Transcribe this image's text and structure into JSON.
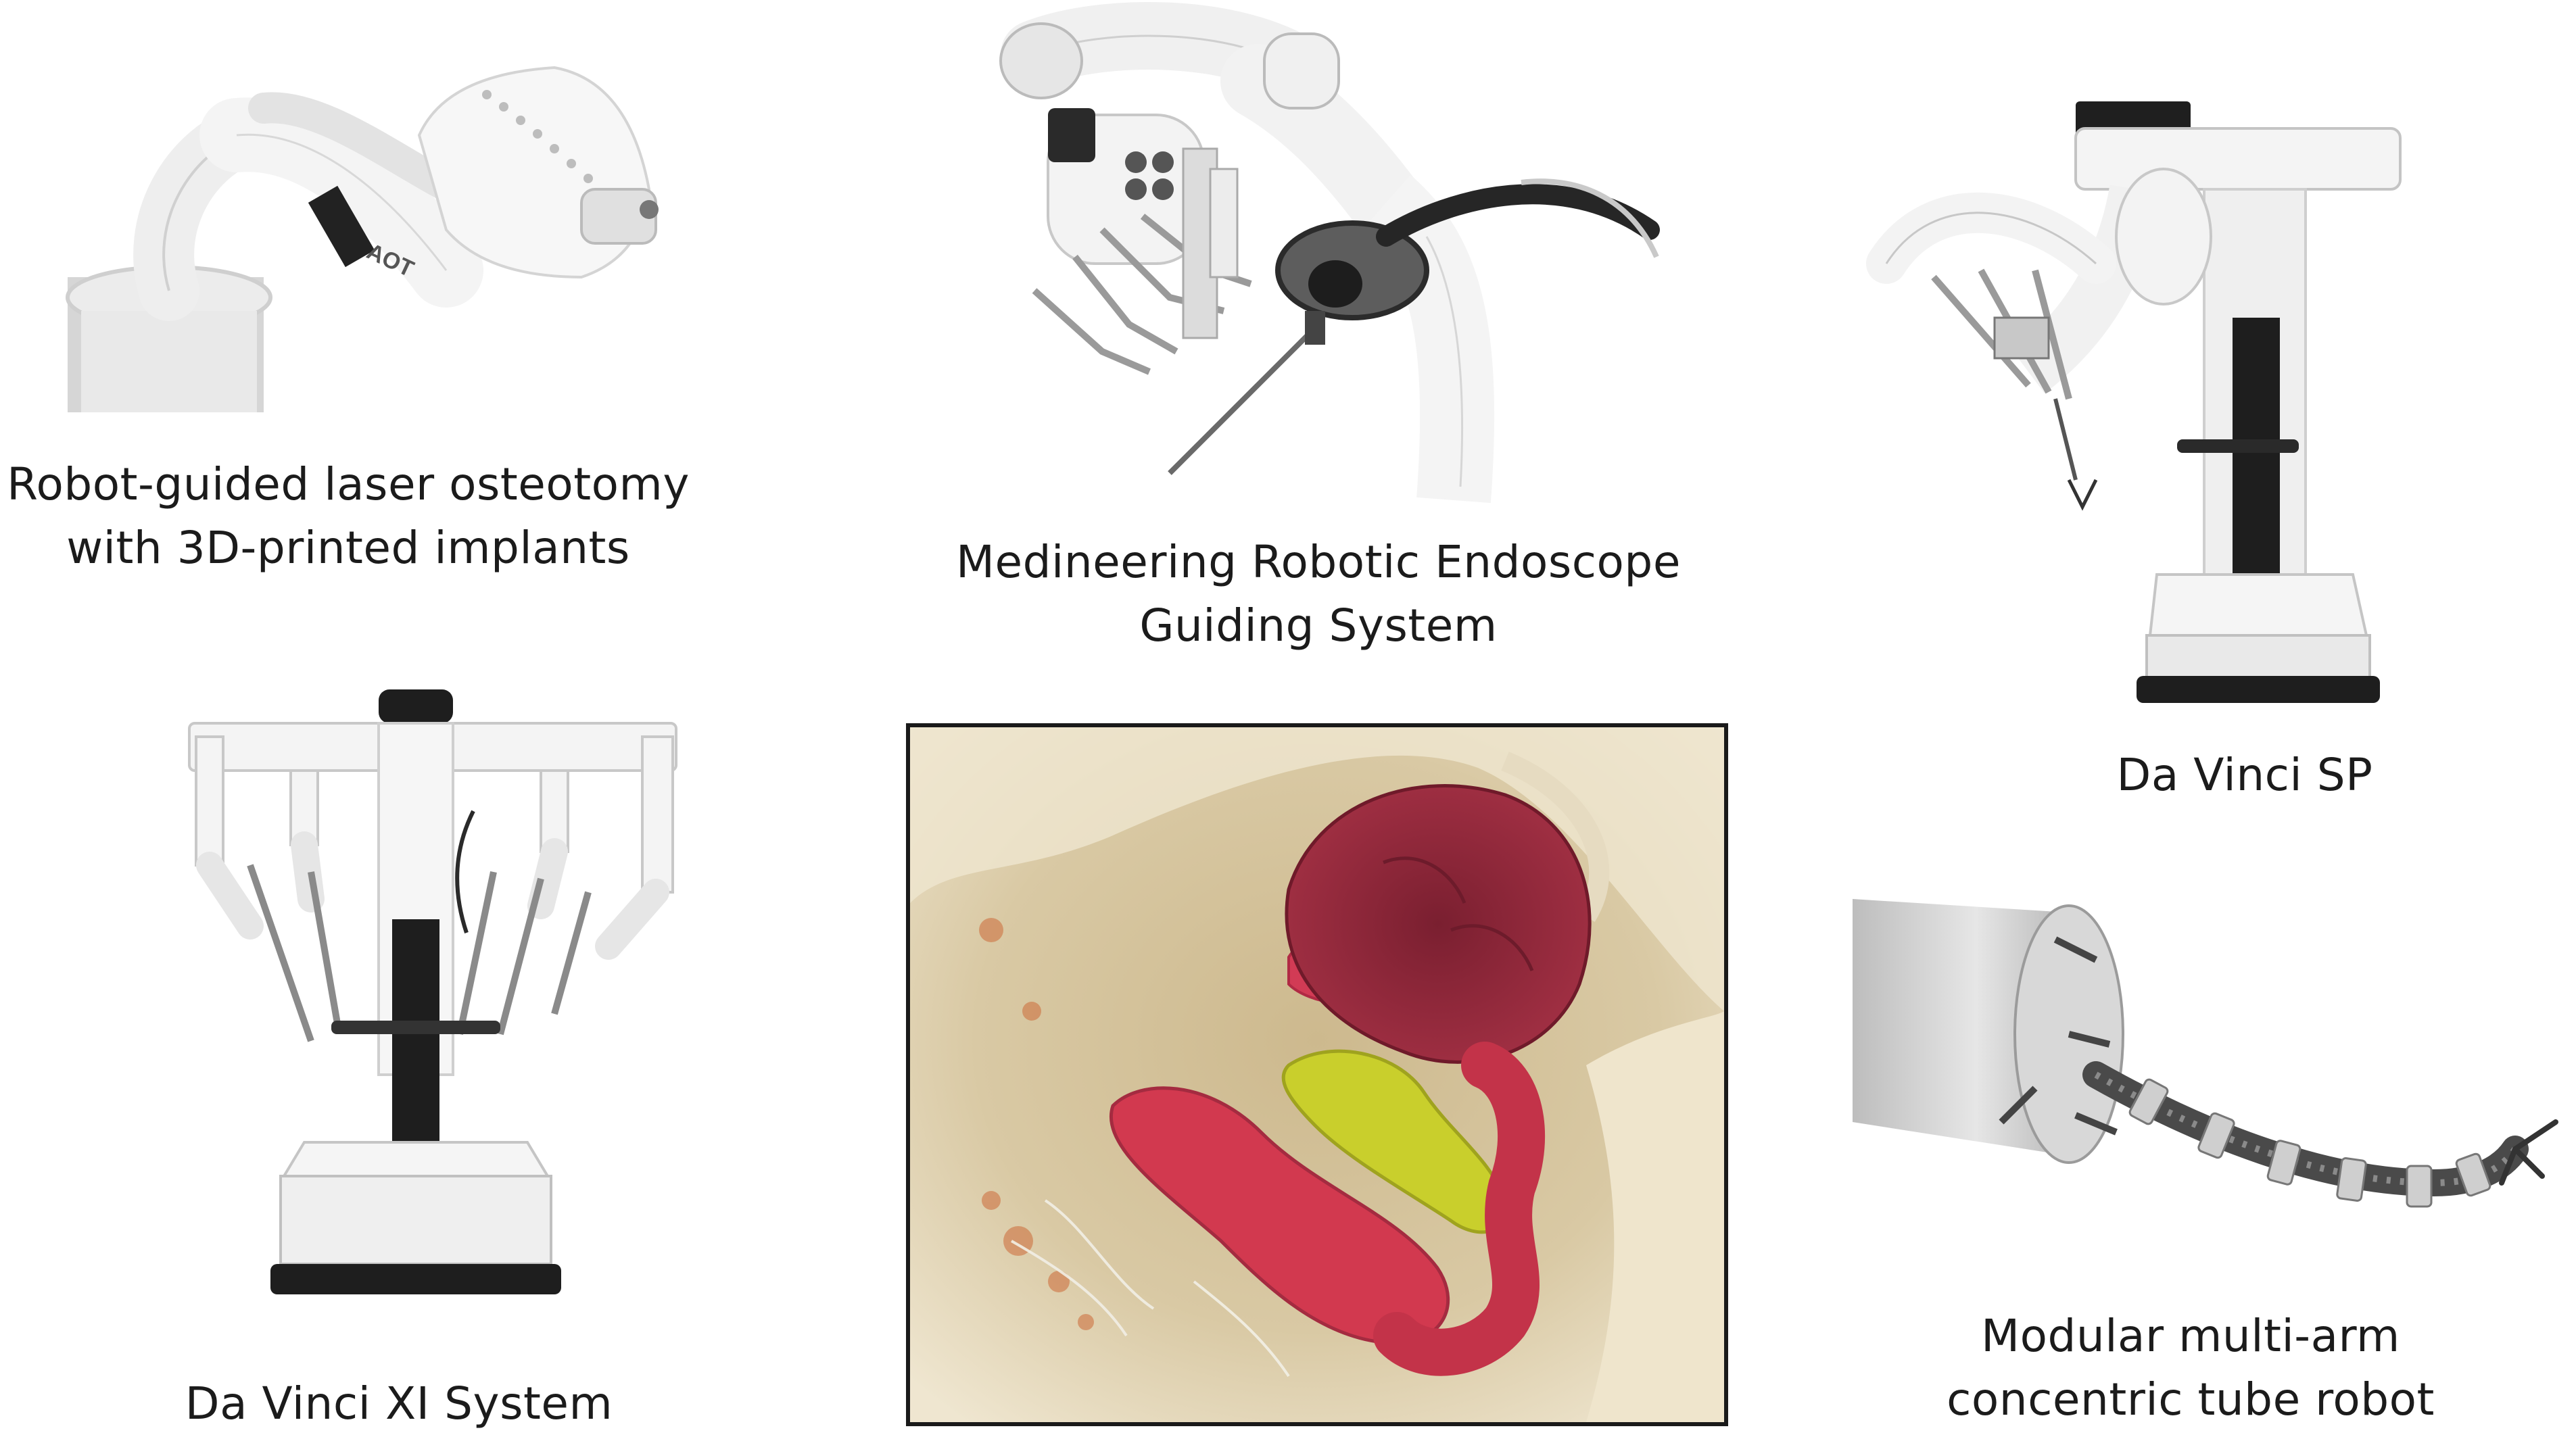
{
  "figure": {
    "panels": [
      {
        "id": "laser-osteotomy",
        "caption": [
          "Robot-guided laser osteotomy",
          "with 3D-printed implants"
        ],
        "robot_label": "AOT"
      },
      {
        "id": "medineering",
        "caption": [
          "Medineering Robotic Endoscope",
          "Guiding System"
        ]
      },
      {
        "id": "davinci-sp",
        "caption": [
          "Da Vinci SP"
        ]
      },
      {
        "id": "davinci-xi",
        "caption": [
          "Da Vinci XI System"
        ]
      },
      {
        "id": "anatomy-render",
        "caption": []
      },
      {
        "id": "concentric-tube",
        "caption": [
          "Modular multi-arm",
          "concentric tube robot"
        ]
      }
    ]
  },
  "colors": {
    "background": "#ffffff",
    "robot_white": "#f2f2f2",
    "robot_grey": "#b9b9b9",
    "robot_dark": "#1e1e1e",
    "bone": "#d9c9a4",
    "tissue_red": "#c8334a",
    "tissue_dark_red": "#8f2a3a",
    "tissue_yellow": "#c9cf2c"
  }
}
